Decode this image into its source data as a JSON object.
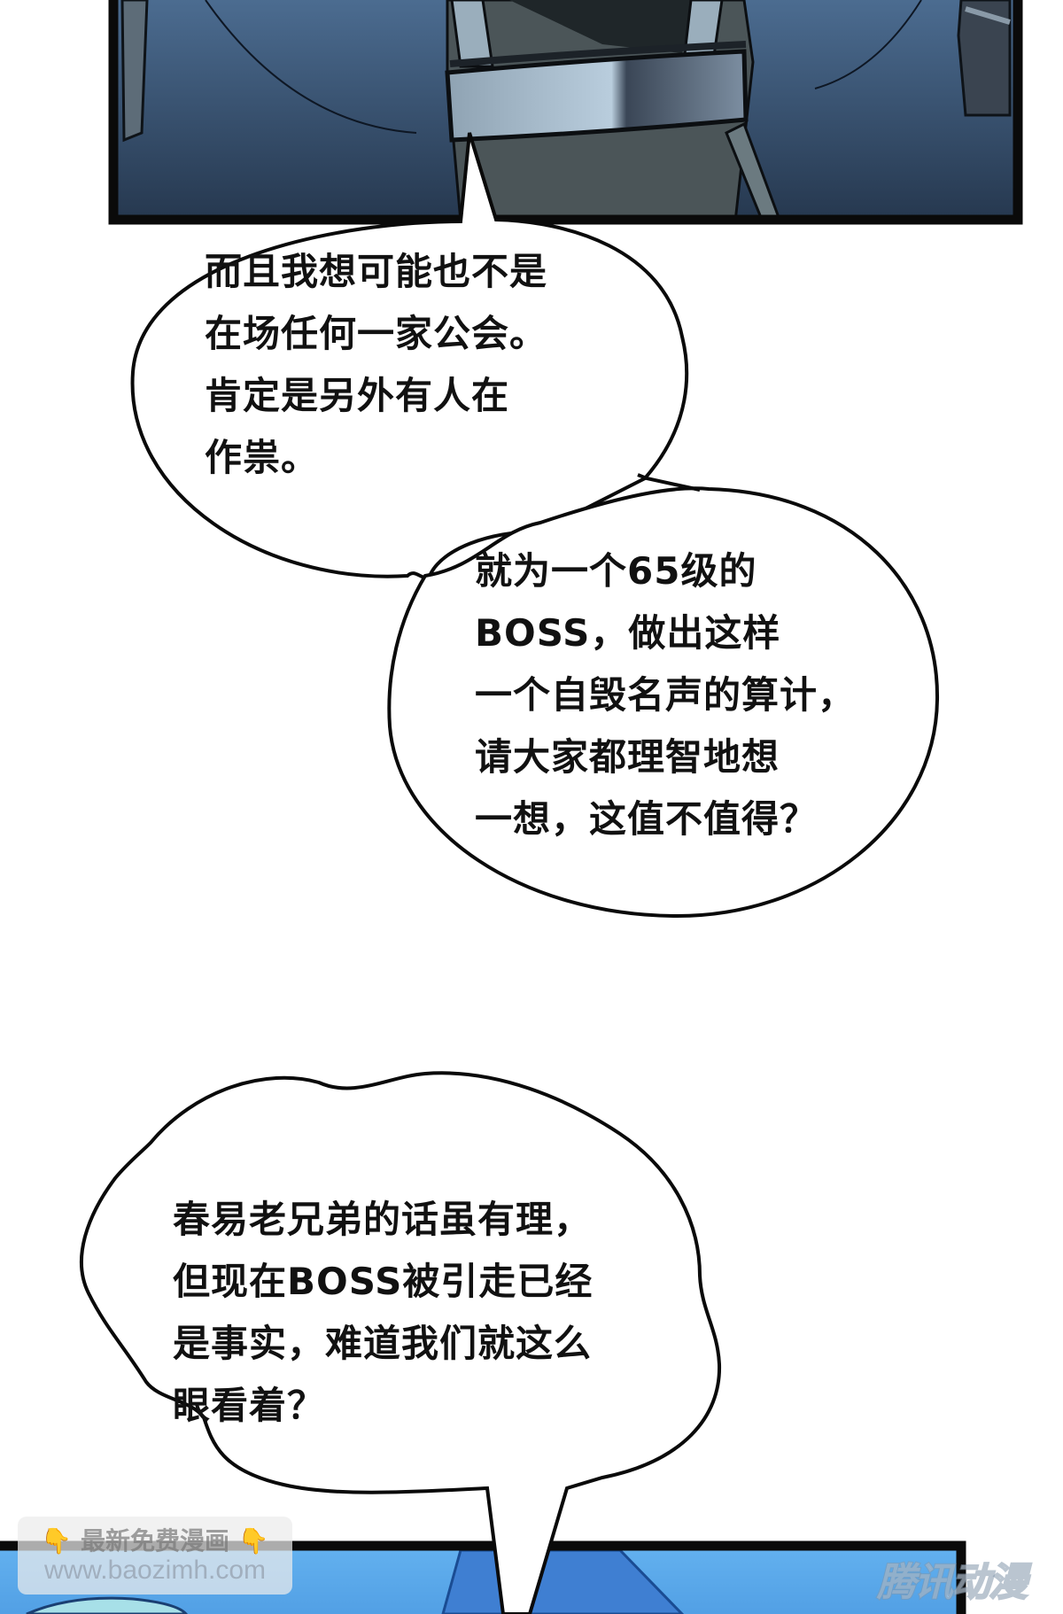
{
  "comic": {
    "colors": {
      "top_panel_top": "#4d6e93",
      "top_panel_bottom": "#26384f",
      "bottom_panel": "#5aa9ec",
      "border": "#0a0a0a",
      "bubble_fill": "#ffffff",
      "text": "#111111"
    },
    "bubbles": [
      {
        "lines": [
          "而且我想可能也不是",
          "在场任何一家公会。",
          "肯定是另外有人在",
          "作祟。"
        ]
      },
      {
        "lines": [
          "就为一个65级的",
          "BOSS，做出这样",
          "一个自毁名声的算计，",
          "请大家都理智地想",
          "一想，这值不值得？"
        ]
      },
      {
        "lines": [
          "春易老兄弟的话虽有理，",
          "但现在BOSS被引走已经",
          "是事实，难道我们就这么",
          "眼看着？"
        ]
      }
    ]
  },
  "watermarks": {
    "site_title": "最新免费漫画",
    "site_url": "www.baozimh.com",
    "hand_icon": "👇",
    "brand": "腾讯动漫"
  }
}
